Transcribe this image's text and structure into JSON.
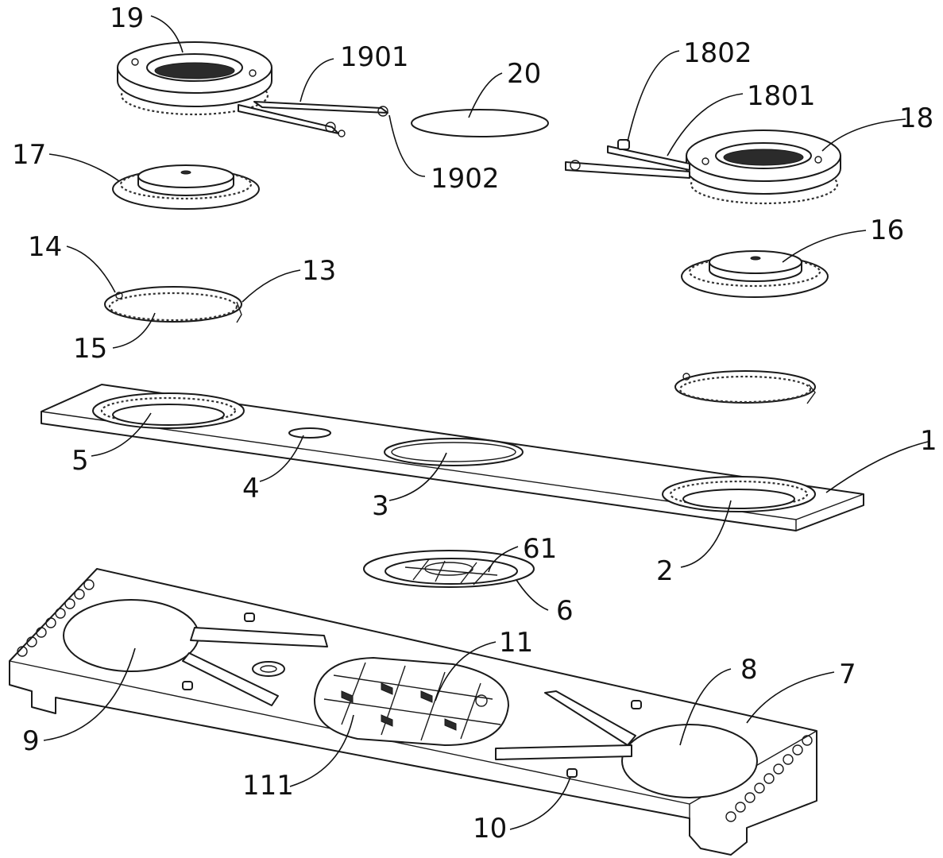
{
  "labels": {
    "l19": "19",
    "l1901": "1901",
    "l20": "20",
    "l1802": "1802",
    "l1801": "1801",
    "l18": "18",
    "l1902": "1902",
    "l17": "17",
    "l16": "16",
    "l14": "14",
    "l13": "13",
    "l15": "15",
    "l1": "1",
    "l5": "5",
    "l4": "4",
    "l3": "3",
    "l2": "2",
    "l61": "61",
    "l6": "6",
    "l11": "11",
    "l8": "8",
    "l7": "7",
    "l9": "9",
    "l111": "111",
    "l10": "10"
  }
}
